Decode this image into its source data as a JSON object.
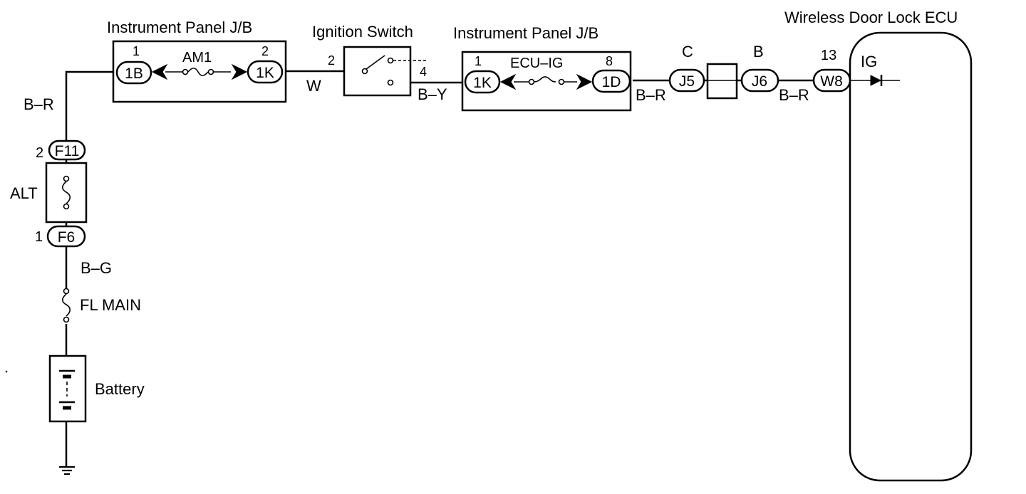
{
  "components": {
    "jb_left": {
      "title": "Instrument Panel J/B",
      "fuse": "AM1",
      "pin_in": "1",
      "pin_out": "2",
      "conn_in": "1B",
      "conn_out": "1K"
    },
    "ignition": {
      "title": "Ignition Switch",
      "pin_in": "2",
      "pin_out": "4"
    },
    "jb_right": {
      "title": "Instrument Panel J/B",
      "fuse": "ECU–IG",
      "pin_in": "1",
      "pin_out": "8",
      "conn_in": "1K",
      "conn_out": "1D"
    },
    "junction_j5": {
      "letter": "C",
      "conn": "J5"
    },
    "junction_j6": {
      "letter": "B",
      "conn": "J6"
    },
    "ecu": {
      "title": "Wireless Door Lock ECU",
      "pin": "13",
      "conn": "W8",
      "terminal": "IG"
    },
    "alt": {
      "label": "ALT",
      "pin_top": "2",
      "conn_top": "F11",
      "pin_bottom": "1",
      "conn_bottom": "F6"
    },
    "fl_main": {
      "label": "FL MAIN"
    },
    "battery": {
      "label": "Battery"
    }
  },
  "wires": {
    "left_vertical": "B–R",
    "to_ignition": "W",
    "from_ignition": "B–Y",
    "after_jb": "B–R",
    "to_ecu": "B–R",
    "alt_to_fl": "B–G"
  },
  "colors": {
    "line": "#000000",
    "background": "#ffffff"
  }
}
